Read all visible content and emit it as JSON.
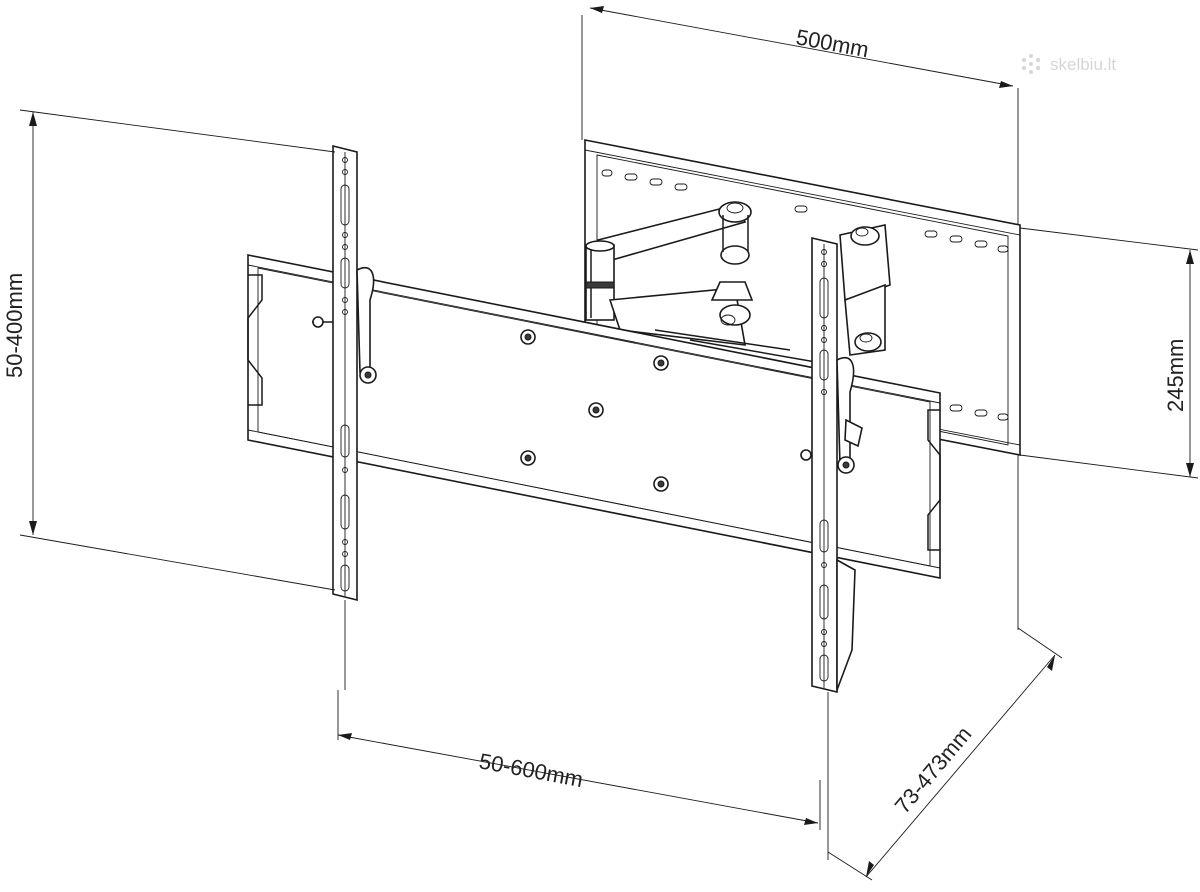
{
  "dimensions": {
    "width_top": "500mm",
    "vertical_left": "50-400mm",
    "vertical_right": "245mm",
    "horizontal_bottom": "50-600mm",
    "depth": "73-473mm"
  },
  "watermark": "skelbiu.lt",
  "colors": {
    "line": "#1a1a1a",
    "text": "#222222",
    "watermark": "#d6d6d6"
  }
}
